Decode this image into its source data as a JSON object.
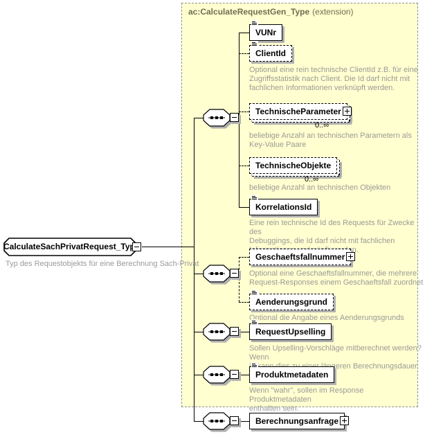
{
  "diagram": {
    "extension_header": {
      "type_name": "ac:CalculateRequestGen_Type",
      "suffix": "(extension)"
    },
    "root": {
      "label": "CalculateSachPrivatRequest_Type",
      "annotation": "Typ des Requestobjekts für eine Berechnung Sach-Privat"
    },
    "elements": {
      "vunr": {
        "label": "VUNr",
        "required": true
      },
      "clientid": {
        "label": "ClientId",
        "required": false,
        "annotation": "Optional eine rein technische ClientId z.B. für eine\nZugriffsstatistik nach Client. Die Id darf nicht mit\nfachlichen Informationen verknüpft werden."
      },
      "technischeparameter": {
        "label": "TechnischeParameter",
        "required": false,
        "cardinality": "0..∞",
        "annotation": "beliebige Anzahl an technischen Parametern als\nKey-Value Paare"
      },
      "technischeobjekte": {
        "label": "TechnischeObjekte",
        "required": false,
        "cardinality": "0..∞",
        "annotation": "beliebige Anzahl an technischen Objekten"
      },
      "korrelationsid": {
        "label": "KorrelationsId",
        "required": true,
        "annotation": "Eine rein technische Id des Requests für Zwecke des\nDebuggings, die Id darf nicht mit fachlichen\nInformationen verknüpft werden."
      },
      "geschaeftsfallnummer": {
        "label": "Geschaeftsfallnummer",
        "required": false,
        "annotation": "Optional eine Geschaeftsfallnummer, die mehrere\nRequest-Responses einem Geschaeftsfall zuordnet"
      },
      "aenderungsgrund": {
        "label": "Aenderungsgrund",
        "required": false,
        "annotation": "Optional die Angabe eines Aenderungsgrunds"
      },
      "requestupselling": {
        "label": "RequestUpselling",
        "required": true,
        "annotation": "Sollen Upselling-Vorschläge mitberechnet werden? Wenn\nja kann dies zu einer längeren Berechnungsdauer führen."
      },
      "produktmetadaten": {
        "label": "Produktmetadaten",
        "required": true,
        "annotation": "Wenn \"wahr\", sollen im Response Produktmetadaten\nenthalten sein."
      },
      "berechnungsanfrage": {
        "label": "Berechnungsanfrage",
        "required": true
      }
    },
    "colors": {
      "container_bg": "#ffffd0",
      "container_border": "#8f8f8f",
      "header_text": "#6e6e50",
      "annotation_text": "#9a9a96",
      "shadow": "#b0b0b0",
      "box_bg": "#ffffff",
      "box_border": "#000000"
    }
  }
}
